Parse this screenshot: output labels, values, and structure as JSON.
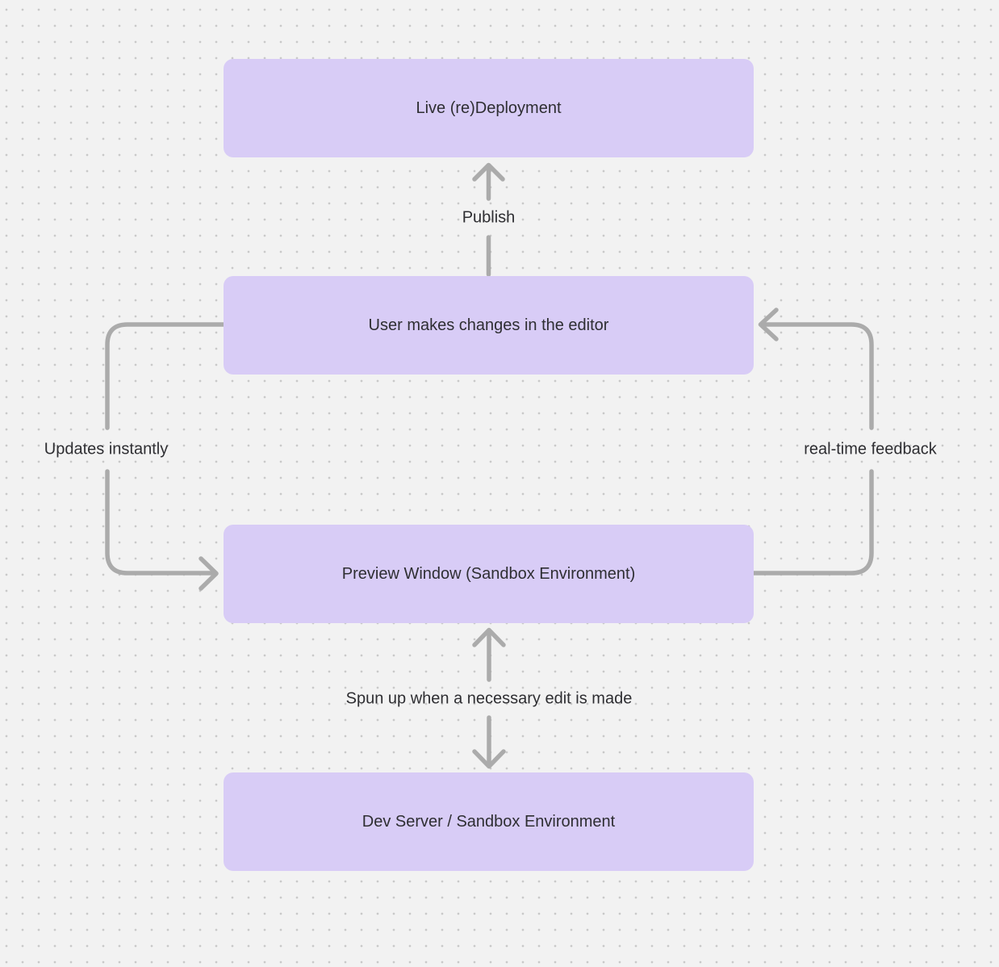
{
  "diagram": {
    "nodes": [
      {
        "id": "live-redeployment",
        "label": "Live (re)Deployment"
      },
      {
        "id": "user-editor",
        "label": "User makes changes in the editor"
      },
      {
        "id": "preview-window",
        "label": "Preview Window (Sandbox Environment)"
      },
      {
        "id": "dev-server",
        "label": "Dev Server / Sandbox Environment"
      }
    ],
    "edges": [
      {
        "id": "publish",
        "label": "Publish",
        "from": "user-editor",
        "to": "live-redeployment",
        "direction": "up"
      },
      {
        "id": "updates-instantly",
        "label": "Updates instantly",
        "from": "user-editor",
        "to": "preview-window",
        "direction": "left-loop-down"
      },
      {
        "id": "real-time-feedback",
        "label": "real-time feedback",
        "from": "preview-window",
        "to": "user-editor",
        "direction": "right-loop-up"
      },
      {
        "id": "spun-up",
        "label": "Spun up when a necessary edit is made",
        "from": "dev-server",
        "to": "preview-window",
        "direction": "bidirectional-vertical"
      }
    ],
    "colors": {
      "background": "#f2f2f2",
      "dot": "#c9c9c9",
      "node_fill": "#d8ccf6",
      "arrow": "#ababab",
      "text": "#2e2e32"
    }
  }
}
